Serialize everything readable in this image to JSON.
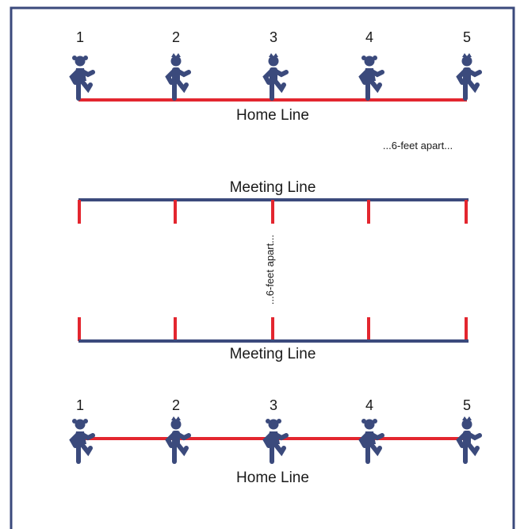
{
  "colors": {
    "frame": "#3b4a7c",
    "home_line": "#e3262f",
    "meeting_line": "#3b4a7c",
    "tick": "#e3262f",
    "figure": "#3b4a7c"
  },
  "top_group": {
    "numbers": [
      "1",
      "2",
      "3",
      "4",
      "5"
    ],
    "figures": [
      "girl-running-icon",
      "boy-running-icon",
      "boy-running-icon",
      "girl-running-icon",
      "boy-running-icon"
    ],
    "line_label": "Home Line"
  },
  "spacing_note_horizontal": "...6-feet apart...",
  "meeting_top_label": "Meeting Line",
  "spacing_note_vertical": "...6-feet apart...",
  "meeting_bottom_label": "Meeting Line",
  "bottom_group": {
    "numbers": [
      "1",
      "2",
      "3",
      "4",
      "5"
    ],
    "figures": [
      "girl-running-icon",
      "boy-running-icon",
      "girl-running-icon",
      "girl-running-icon",
      "boy-running-icon"
    ],
    "line_label": "Home Line"
  }
}
